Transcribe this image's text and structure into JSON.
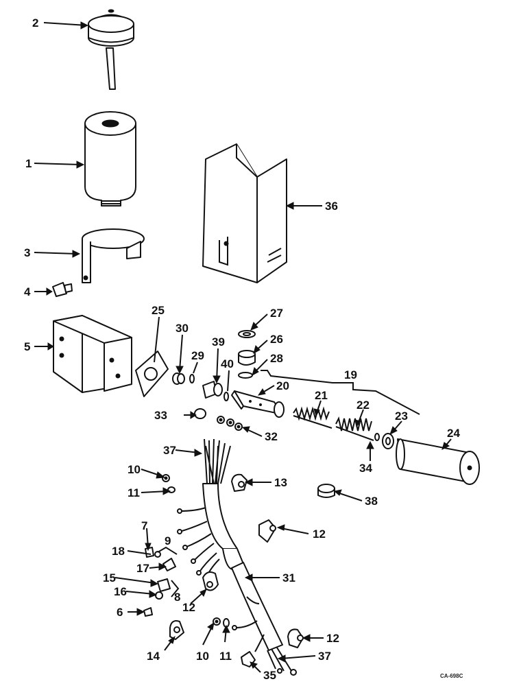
{
  "diagram": {
    "code": "CA-698C",
    "callouts": [
      {
        "id": "c2",
        "text": "2"
      },
      {
        "id": "c1",
        "text": "1"
      },
      {
        "id": "c3",
        "text": "3"
      },
      {
        "id": "c4",
        "text": "4"
      },
      {
        "id": "c36",
        "text": "36"
      },
      {
        "id": "c5",
        "text": "5"
      },
      {
        "id": "c25",
        "text": "25"
      },
      {
        "id": "c30",
        "text": "30"
      },
      {
        "id": "c29",
        "text": "29"
      },
      {
        "id": "c39",
        "text": "39"
      },
      {
        "id": "c40",
        "text": "40"
      },
      {
        "id": "c27",
        "text": "27"
      },
      {
        "id": "c26",
        "text": "26"
      },
      {
        "id": "c28",
        "text": "28"
      },
      {
        "id": "c20",
        "text": "20"
      },
      {
        "id": "c19",
        "text": "19"
      },
      {
        "id": "c21",
        "text": "21"
      },
      {
        "id": "c22",
        "text": "22"
      },
      {
        "id": "c23",
        "text": "23"
      },
      {
        "id": "c24",
        "text": "24"
      },
      {
        "id": "c33",
        "text": "33"
      },
      {
        "id": "c32",
        "text": "32"
      },
      {
        "id": "c34",
        "text": "34"
      },
      {
        "id": "c37a",
        "text": "37"
      },
      {
        "id": "c10a",
        "text": "10"
      },
      {
        "id": "c11a",
        "text": "11"
      },
      {
        "id": "c13",
        "text": "13"
      },
      {
        "id": "c38",
        "text": "38"
      },
      {
        "id": "c12a",
        "text": "12"
      },
      {
        "id": "c7",
        "text": "7"
      },
      {
        "id": "c9",
        "text": "9"
      },
      {
        "id": "c18",
        "text": "18"
      },
      {
        "id": "c17",
        "text": "17"
      },
      {
        "id": "c31",
        "text": "31"
      },
      {
        "id": "c15",
        "text": "15"
      },
      {
        "id": "c16",
        "text": "16"
      },
      {
        "id": "c8",
        "text": "8"
      },
      {
        "id": "c12b",
        "text": "12"
      },
      {
        "id": "c6",
        "text": "6"
      },
      {
        "id": "c14",
        "text": "14"
      },
      {
        "id": "c10b",
        "text": "10"
      },
      {
        "id": "c11b",
        "text": "11"
      },
      {
        "id": "c12c",
        "text": "12"
      },
      {
        "id": "c37b",
        "text": "37"
      },
      {
        "id": "c35",
        "text": "35"
      }
    ]
  }
}
